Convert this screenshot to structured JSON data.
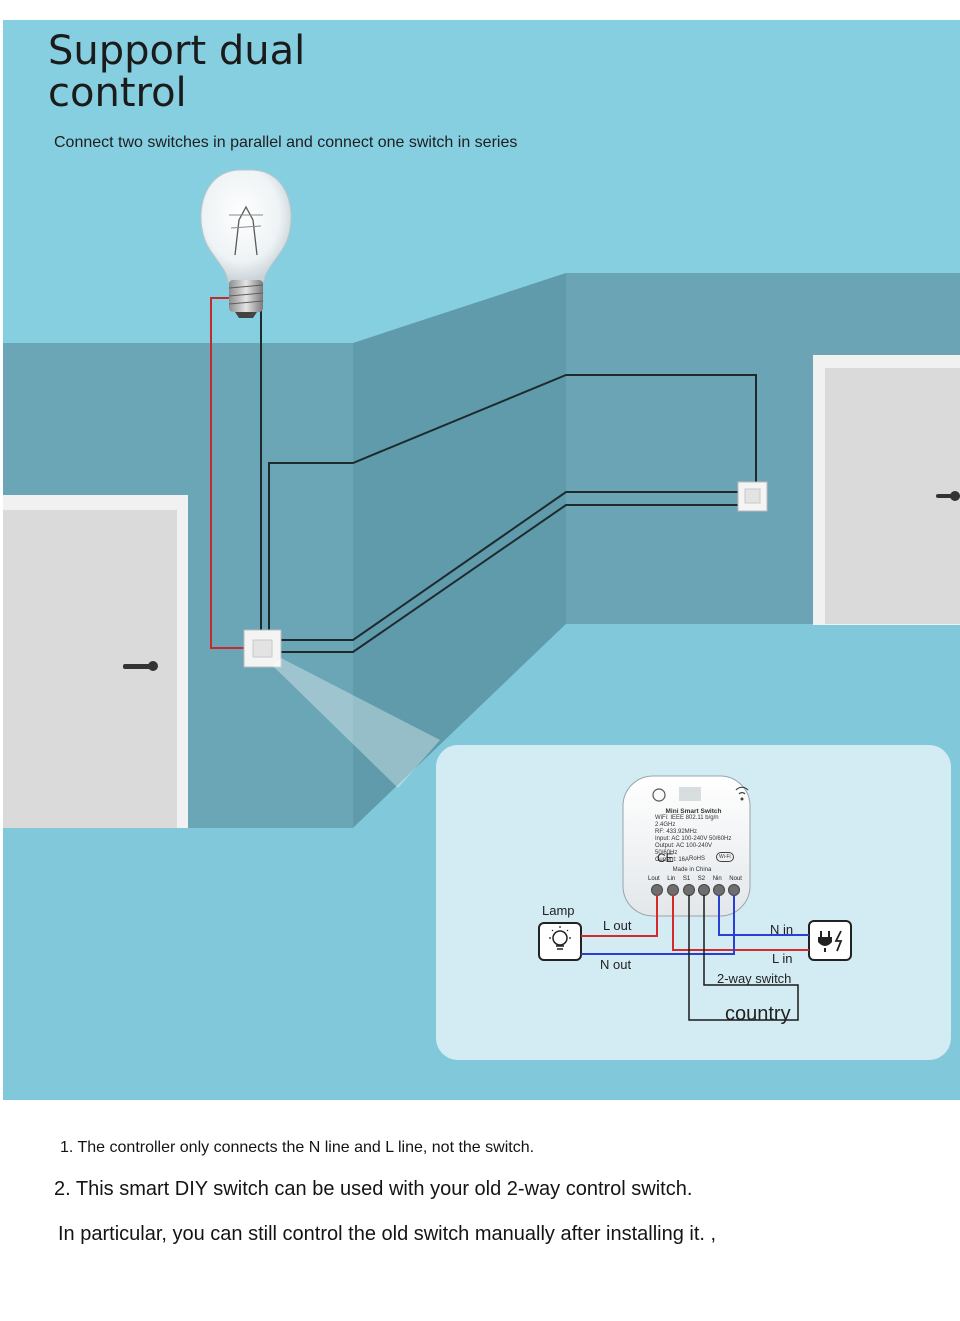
{
  "header": {
    "title": "Support dual\ncontrol",
    "subtitle": "Connect two switches in parallel and connect one switch in series"
  },
  "device": {
    "name": "Mini Smart Switch",
    "specs": [
      "WiFi: IEEE 802.11 b/g/n 2.4GHz",
      "RF: 433.92MHz",
      "Input:  AC 100-240V 50/60Hz",
      "Output: AC 100-240V 50/60Hz",
      "Current: 16A"
    ],
    "ce_mark": "CE",
    "rohs_mark": "RoHS",
    "wifi_badge": "Wi-Fi",
    "origin": "Made in China",
    "terminals": [
      "Lout",
      "Lin",
      "S1",
      "S2",
      "Nin",
      "Nout"
    ]
  },
  "wiring": {
    "lamp_label": "Lamp",
    "l_out": "L out",
    "n_out": "N out",
    "n_in": "N in",
    "l_in": "L in",
    "two_way_switch": "2-way switch",
    "country": "country",
    "wire_colors": {
      "live": "#d42a2a",
      "neutral": "#2a3fd4",
      "switch": "#1a1a1a"
    }
  },
  "notes": {
    "note1": "1. The controller only connects the N line and L line, not the switch.",
    "note2": "2. This smart DIY switch can be used with your old 2-way control switch.",
    "note3": "In particular, you can still control the old switch manually after installing it. ,"
  },
  "colors": {
    "sky": "#86cfe1",
    "wall_back": "#6aa6b6",
    "wall_front": "#5e98a8",
    "panel": "#d7eef5"
  }
}
